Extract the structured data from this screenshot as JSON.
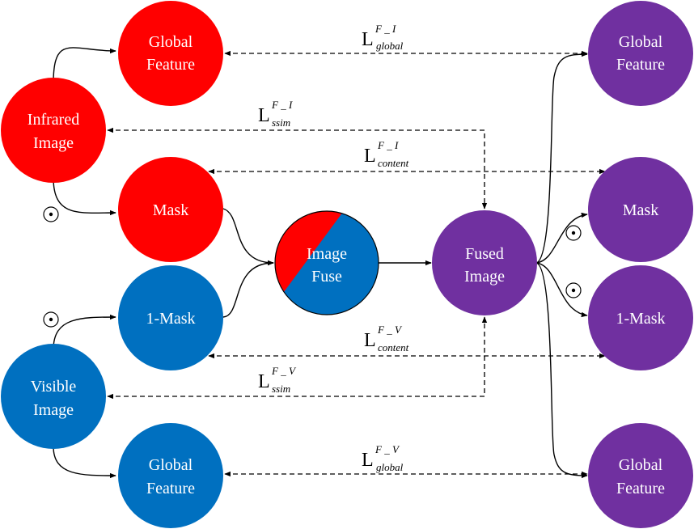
{
  "colors": {
    "infrared": "#ff0000",
    "visible": "#0070c0",
    "fused": "#7030a0",
    "text": "#ffffff",
    "line": "#000000"
  },
  "nodes": {
    "infrared_image": [
      "Infrared",
      "Image"
    ],
    "visible_image": [
      "Visible",
      "Image"
    ],
    "ir_global_feature": [
      "Global",
      "Feature"
    ],
    "ir_mask": [
      "Mask"
    ],
    "vis_one_mask": [
      "1-Mask"
    ],
    "vis_global_feature": [
      "Global",
      "Feature"
    ],
    "image_fuse": [
      "Image",
      "Fuse"
    ],
    "fused_image": [
      "Fused",
      "Image"
    ],
    "fused_global_feature_top": [
      "Global",
      "Feature"
    ],
    "fused_mask": [
      "Mask"
    ],
    "fused_one_mask": [
      "1-Mask"
    ],
    "fused_global_feature_bottom": [
      "Global",
      "Feature"
    ]
  },
  "losses": {
    "global_ir": {
      "main": "L",
      "sup": "F _ I",
      "sub": "global"
    },
    "ssim_ir": {
      "main": "L",
      "sup": "F _ I",
      "sub": "ssim"
    },
    "content_ir": {
      "main": "L",
      "sup": "F _ I",
      "sub": "content"
    },
    "content_vis": {
      "main": "L",
      "sup": "F _ V",
      "sub": "content"
    },
    "ssim_vis": {
      "main": "L",
      "sup": "F _ V",
      "sub": "ssim"
    },
    "global_vis": {
      "main": "L",
      "sup": "F _ V",
      "sub": "global"
    }
  },
  "operator_symbol": "⊙"
}
